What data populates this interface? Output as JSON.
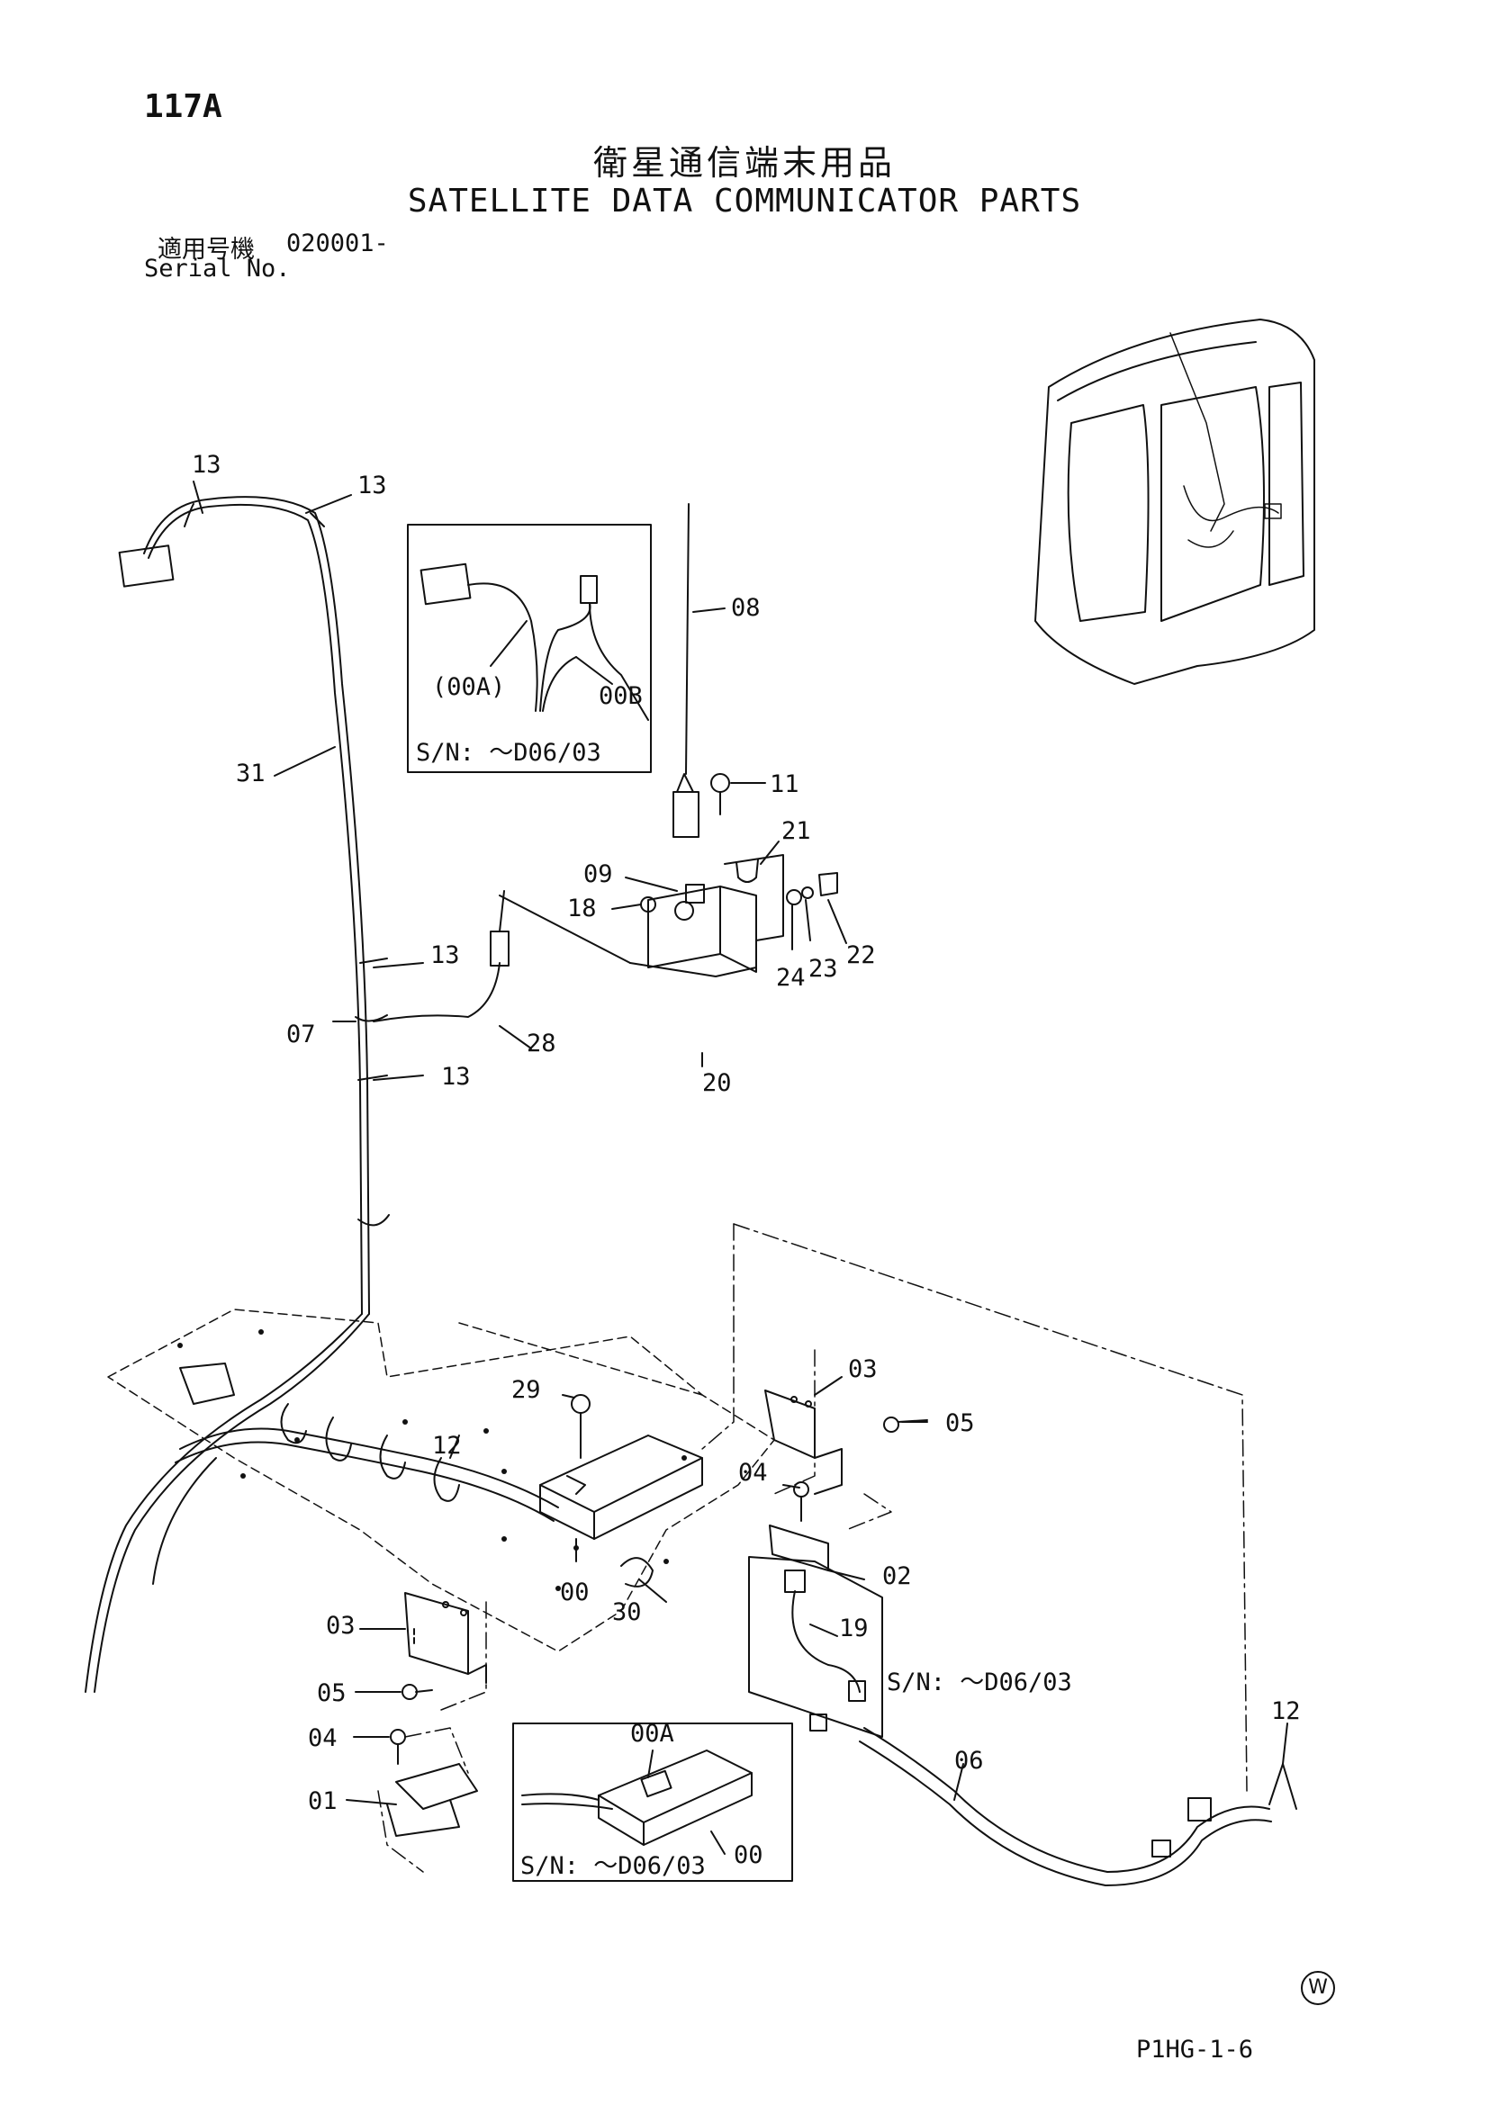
{
  "header": {
    "page_no": "117A",
    "title_ja": "衛星通信端末用品",
    "title_en": "SATELLITE DATA COMMUNICATOR PARTS",
    "serial_label_ja": "適用号機",
    "serial_value": "020001-",
    "serial_label_en": "Serial No."
  },
  "callouts": {
    "c13_a": "13",
    "c13_b": "13",
    "c13_c": "13",
    "c13_d": "13",
    "c31": "31",
    "c07": "07",
    "c28": "28",
    "c08": "08",
    "c11": "11",
    "c21": "21",
    "c09": "09",
    "c18": "18",
    "c22": "22",
    "c23": "23",
    "c24": "24",
    "c20": "20",
    "c29": "29",
    "c12_a": "12",
    "c12_b": "12",
    "c03_a": "03",
    "c03_b": "03",
    "c05_a": "05",
    "c05_b": "05",
    "c04_a": "04",
    "c04_b": "04",
    "c02": "02",
    "c19": "19",
    "c00": "00",
    "c30": "30",
    "c01": "01",
    "c06": "06"
  },
  "insets": {
    "top": {
      "label_a": "(00A)",
      "label_b": "00B",
      "serial": "S/N: ～D06/03"
    },
    "middle": {
      "serial": "S/N: ～D06/03"
    },
    "bottom": {
      "label_a": "00A",
      "label_b": "00",
      "serial": "S/N: ～D06/03"
    }
  },
  "footer": {
    "watermark": "W",
    "page_code": "P1HG-1-6"
  }
}
